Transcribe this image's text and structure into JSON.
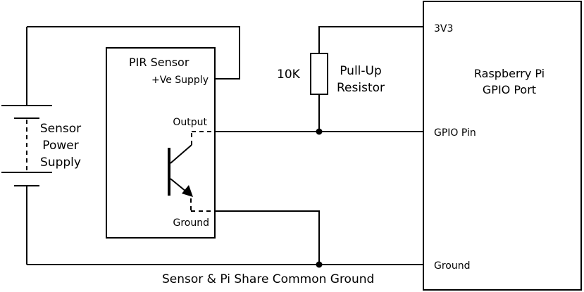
{
  "diagram": {
    "power_supply": {
      "label_lines": [
        "Sensor",
        "Power",
        "Supply"
      ]
    },
    "pir_sensor": {
      "title": "PIR Sensor",
      "supply_label": "+Ve Supply",
      "output_label": "Output",
      "ground_label": "Ground"
    },
    "resistor": {
      "value": "10K",
      "label_lines": [
        "Pull-Up",
        "Resistor"
      ]
    },
    "raspberry_pi": {
      "title_lines": [
        "Raspberry Pi",
        "GPIO Port"
      ],
      "pin_3v3": "3V3",
      "pin_gpio": "GPIO Pin",
      "pin_ground": "Ground"
    },
    "ground_note": "Sensor & Pi Share Common Ground"
  }
}
